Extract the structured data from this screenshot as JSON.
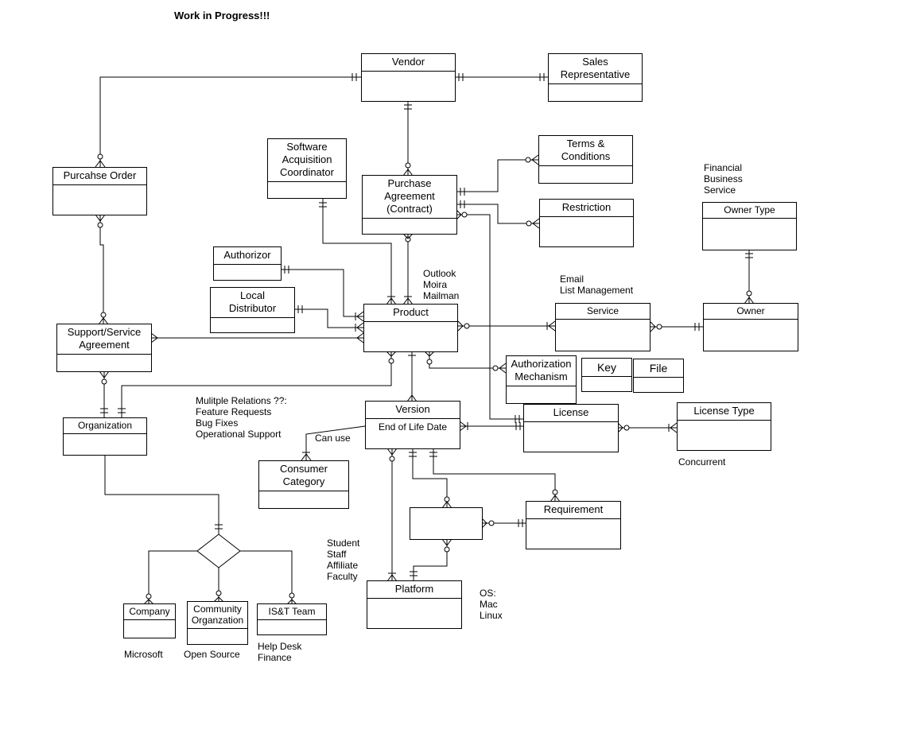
{
  "title": "Work in Progress!!!",
  "entities": {
    "vendor": "Vendor",
    "sales_rep": "Sales\nRepresentative",
    "purchase_order": "Purcahse Order",
    "software_acq": "Software\nAcquisition\nCoordinator",
    "purchase_agreement": "Purchase\nAgreement\n(Contract)",
    "terms": "Terms &\nConditions",
    "restriction": "Restriction",
    "owner_type": "Owner Type",
    "authorizor": "Authorizor",
    "local_distributor": "Local\nDistributor",
    "product": "Product",
    "service": "Service",
    "owner": "Owner",
    "support_agreement": "Support/Service\nAgreement",
    "auth_mechanism": "Authorization\nMechanism",
    "key": "Key",
    "file": "File",
    "organization": "Organization",
    "version": "Version",
    "version_attr": "End of Life Date",
    "license": "License",
    "license_type": "License Type",
    "consumer_category": "Consumer\nCategory",
    "requirement": "Requirement",
    "platform": "Platform",
    "company": "Company",
    "community_org": "Community\nOrganzation",
    "ist_team": "IS&T Team"
  },
  "notes": {
    "financial": "Financial\nBusiness\nService",
    "outlook": "Outlook\nMoira\nMailman",
    "email": "Email\nList Management",
    "multiple": "Mulitple Relations ??:\nFeature Requests\nBug Fixes\nOperational Support",
    "can_use": "Can use",
    "concurrent": "Concurrent",
    "student": "Student\nStaff\nAffiliate\nFaculty",
    "os": "OS:\nMac\nLinux",
    "microsoft": "Microsoft",
    "open_source": "Open Source",
    "help_desk": "Help Desk\nFinance"
  }
}
